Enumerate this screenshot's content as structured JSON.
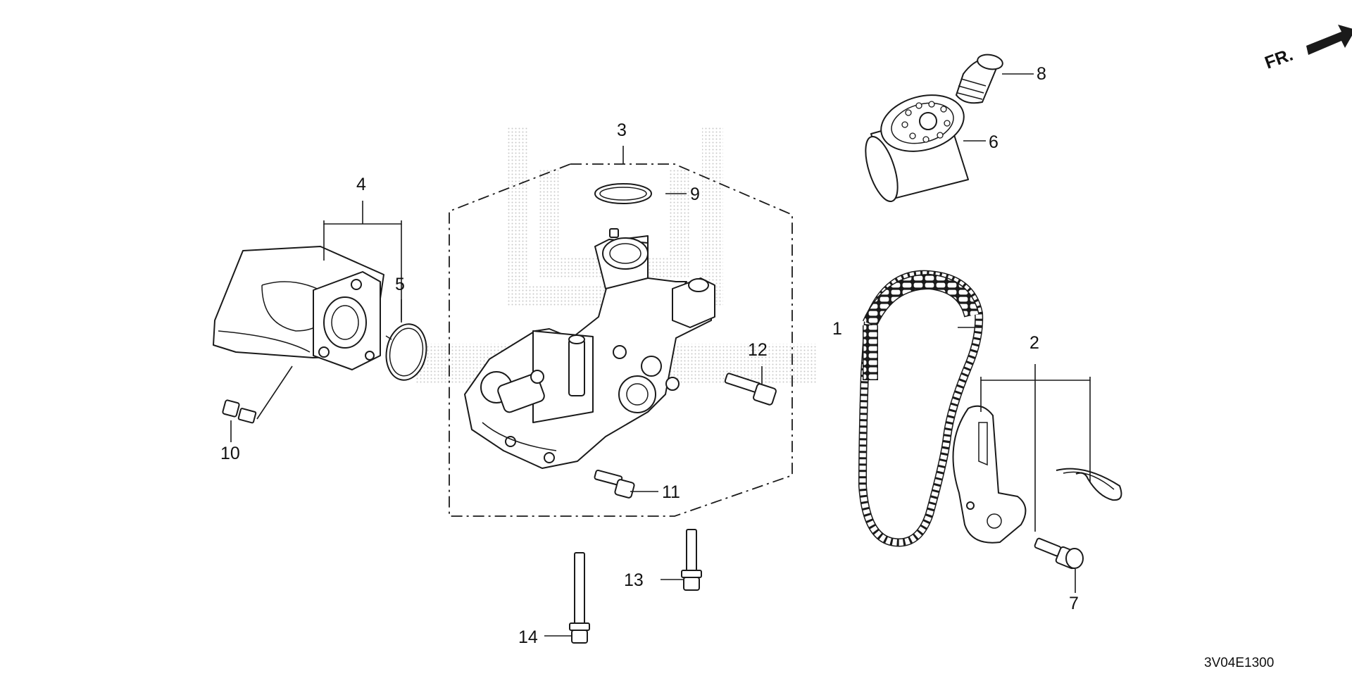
{
  "diagram": {
    "reference_code": "3V04E1300",
    "direction_label": "FR.",
    "callouts": [
      "1",
      "2",
      "3",
      "4",
      "5",
      "6",
      "7",
      "8",
      "9",
      "10",
      "11",
      "12",
      "13",
      "14"
    ]
  }
}
